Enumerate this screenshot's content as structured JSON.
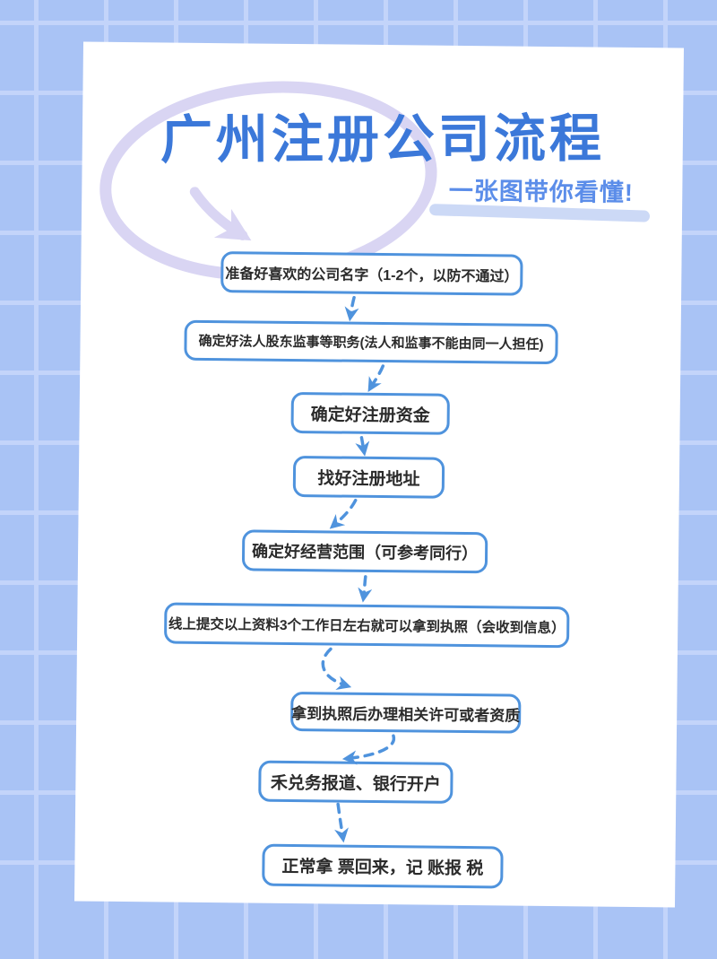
{
  "header": {
    "title": "广州注册公司流程",
    "subtitle": "一张图带你看懂!"
  },
  "flow": {
    "steps": [
      {
        "label": "准备好喜欢的公司名字（1-2个，以防不通过）"
      },
      {
        "label": "确定好法人股东监事等职务(法人和监事不能由同一人担任)"
      },
      {
        "label": "确定好注册资金"
      },
      {
        "label": "找好注册地址"
      },
      {
        "label": "确定好经营范围（可参考同行）"
      },
      {
        "label": "线上提交以上资料3个工作日左右就可以拿到执照（会收到信息）"
      },
      {
        "label": "拿到执照后办理相关许可或者资质"
      },
      {
        "label": "禾兑务报道、银行开户"
      },
      {
        "label": "正常拿 票回来，记 账报 税"
      }
    ]
  },
  "colors": {
    "background": "#a9c3f5",
    "grid_line": "#c3d4fa",
    "paper": "#ffffff",
    "title_blue": "#3b78d9",
    "subtitle_blue": "#5b8de9",
    "decoration_lavender": "#d9d5f3",
    "underline_bar": "#ccd9f6",
    "box_border": "#4f93dd",
    "box_text": "#2b2b2b",
    "connector": "#4f93dd"
  }
}
